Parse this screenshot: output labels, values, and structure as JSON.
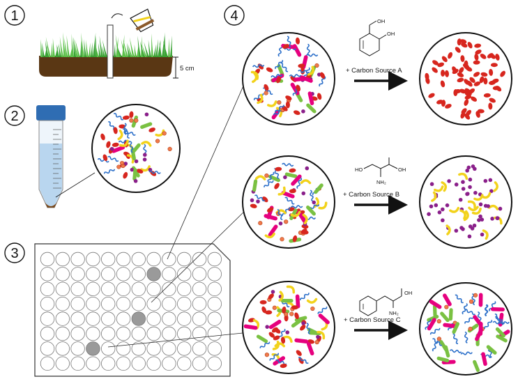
{
  "steps": [
    "1",
    "2",
    "3",
    "4"
  ],
  "scale_label": "5 cm",
  "reactions": [
    {
      "label": "+ Carbon Source A",
      "chem": [
        "OH",
        "OH"
      ]
    },
    {
      "label": "+ Carbon Source B",
      "chem": [
        "HO",
        "OH",
        "NH₂"
      ]
    },
    {
      "label": "+ Carbon Source C",
      "chem": [
        "OH",
        "NH₂"
      ]
    }
  ],
  "colors": {
    "red": "#d7261e",
    "purple": "#8a1f8a",
    "yellow": "#f2d21b",
    "green": "#7ac142",
    "magenta": "#e6007e",
    "blue": "#2b6fc9",
    "orange": "#f07a4a",
    "grass": "#3aa335",
    "soil": "#5a3714",
    "cap": "#2f6db3",
    "plate_well": "#ffffff",
    "plate_well_selected": "#9a9a9a"
  },
  "plate": {
    "rows": 8,
    "cols": 12,
    "selected_wells": [
      [
        1,
        7
      ],
      [
        4,
        6
      ],
      [
        6,
        3
      ]
    ]
  }
}
